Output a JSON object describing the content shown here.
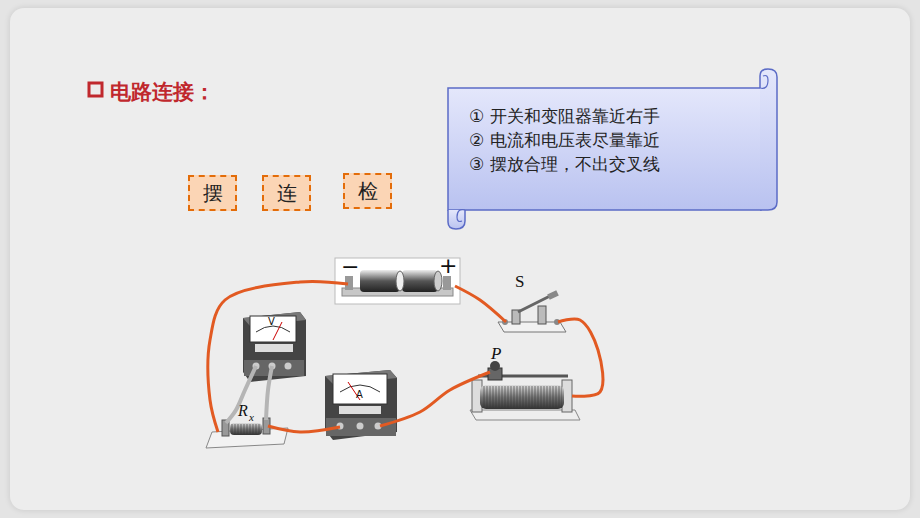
{
  "diagram": {
    "title": "电路连接：",
    "nodes": [
      {
        "text": [
          "摆"
        ]
      },
      {
        "text": [
          "连"
        ]
      },
      {
        "text": [
          "检"
        ]
      },
      {
        "text": [
          "① 开关和变阻器靠近右手",
          "② 电流和电压表尽量靠近",
          "③ 摆放合理，不出交叉线"
        ]
      }
    ],
    "labels": [
      "−",
      "+",
      "S",
      "P",
      "V",
      "A",
      "R",
      "x"
    ]
  }
}
